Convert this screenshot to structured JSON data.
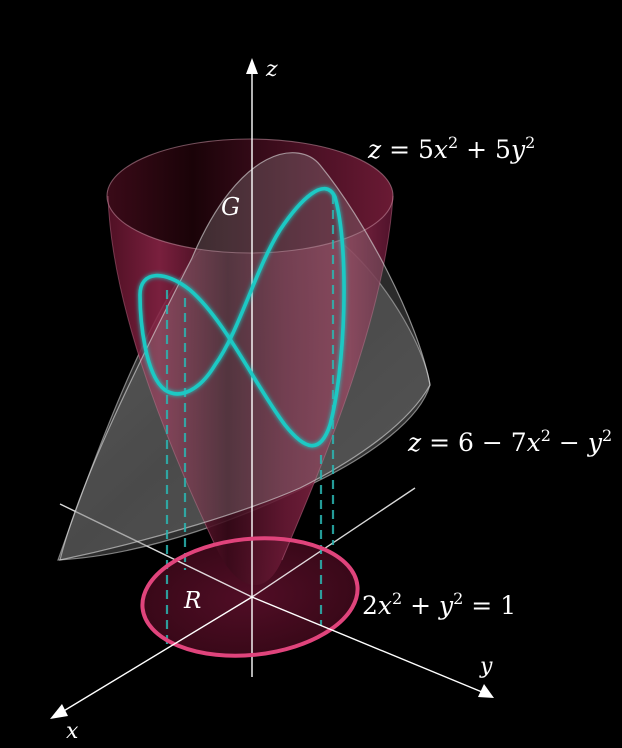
{
  "labels": {
    "z_axis": "z",
    "x_axis": "x",
    "y_axis": "y",
    "solid": "G",
    "region": "R"
  },
  "equations": {
    "upper_surface": {
      "lhs": "z",
      "eq": " = 5",
      "v1": "x",
      "e1": "2",
      "plus": " + 5",
      "v2": "y",
      "e2": "2"
    },
    "lower_surface": {
      "lhs": "z",
      "eq": " = 6 − 7",
      "v1": "x",
      "e1": "2",
      "minus": " − ",
      "v2": "y",
      "e2": "2"
    },
    "region_boundary": {
      "c": "2",
      "v1": "x",
      "e1": "2",
      "plus": " + ",
      "v2": "y",
      "e2": "2",
      "rhs": " = 1"
    }
  },
  "colors": {
    "background": "#000000",
    "paraboloid": "#7a1e3c",
    "paraboloid_dark": "#2a0612",
    "cap_surface": "#b8b8b8",
    "intersection_curve": "#1fc9c4",
    "region_ring": "#e0447c",
    "axes": "#ffffff"
  }
}
